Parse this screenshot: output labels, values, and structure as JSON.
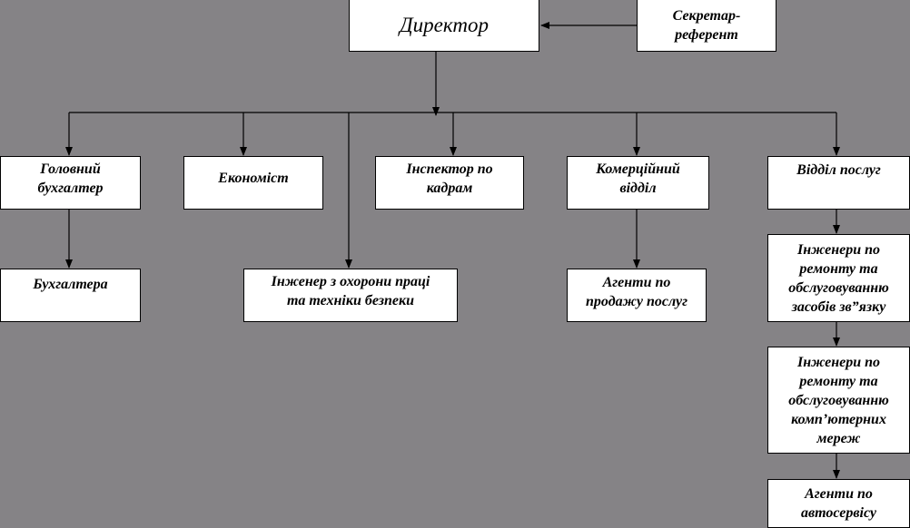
{
  "org_chart": {
    "director": "Директор",
    "secretary": "Секретар-\nреферент",
    "chief_accountant": "Головний\nбухгалтер",
    "accountants": "Бухгалтера",
    "economist": "Економіст",
    "hr_inspector": "Інспектор по\nкадрам",
    "safety_engineer": "Інженер з охорони праці\nта техніки безпеки",
    "commercial_dept": "Комерційний\nвідділ",
    "sales_agents": "Агенти по\nпродажу послуг",
    "services_dept": "Відділ послуг",
    "comm_engineers": "Інженери по\nремонту та\nобслуговуванню\nзасобів зв”язку",
    "network_engineers": "Інженери по\nремонту та\nобслуговуванню\nкомп’ютерних\nмереж",
    "autoservice_agents": "Агенти по\nавтосервісу"
  }
}
